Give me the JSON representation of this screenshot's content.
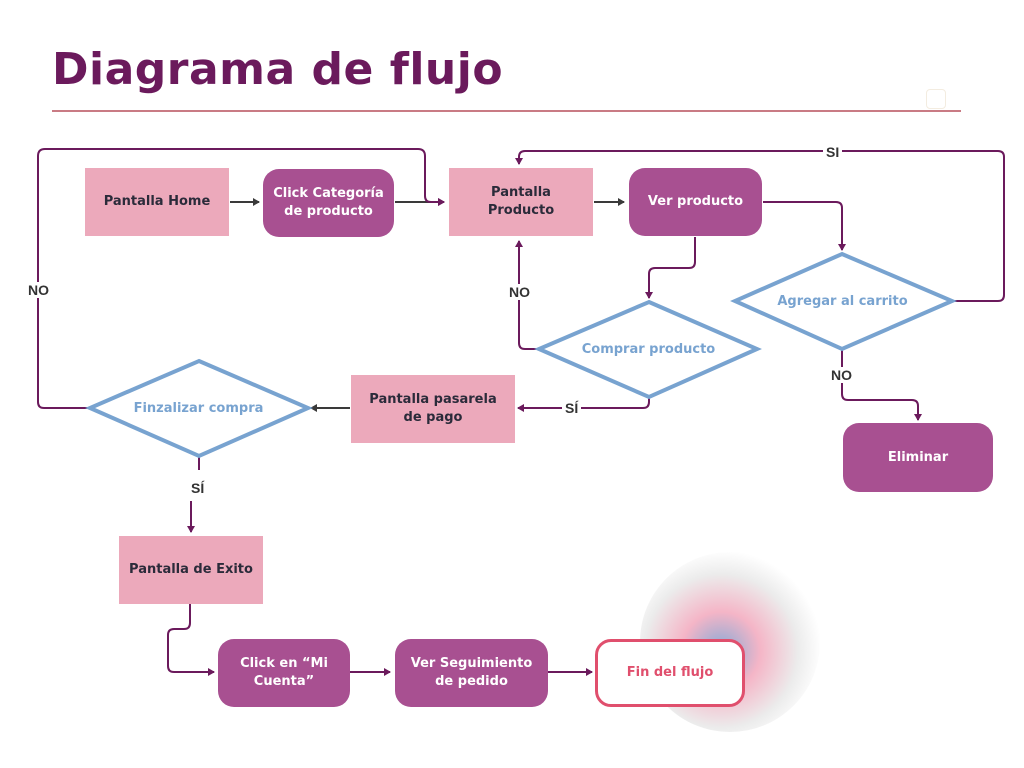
{
  "title": "Diagrama de flujo",
  "colors": {
    "title": "#6b1a5c",
    "rule": "#c97b84",
    "screen_node": "#eca9bb",
    "action_node": "#a85091",
    "decision_stroke": "#78a3d0",
    "connector": "#6b1a5c",
    "end_node": "#e04f6d"
  },
  "nodes": {
    "home": "Pantalla Home",
    "click_categoria": "Click Categoría de producto",
    "pantalla_producto": "Pantalla Producto",
    "ver_producto": "Ver producto",
    "agregar_carrito": "Agregar al carrito",
    "comprar_producto": "Comprar producto",
    "eliminar": "Eliminar",
    "pasarela": "Pantalla pasarela de pago",
    "finalizar": "Finzalizar compra",
    "exito": "Pantalla de Exito",
    "mi_cuenta": "Click en “Mi Cuenta”",
    "seguimiento": "Ver Seguimiento de pedido",
    "fin": "Fin del flujo"
  },
  "edge_labels": {
    "agregar_si": "SI",
    "agregar_no": "NO",
    "comprar_no": "NO",
    "comprar_si": "SÍ",
    "finalizar_no": "NO",
    "finalizar_si": "SÍ"
  }
}
